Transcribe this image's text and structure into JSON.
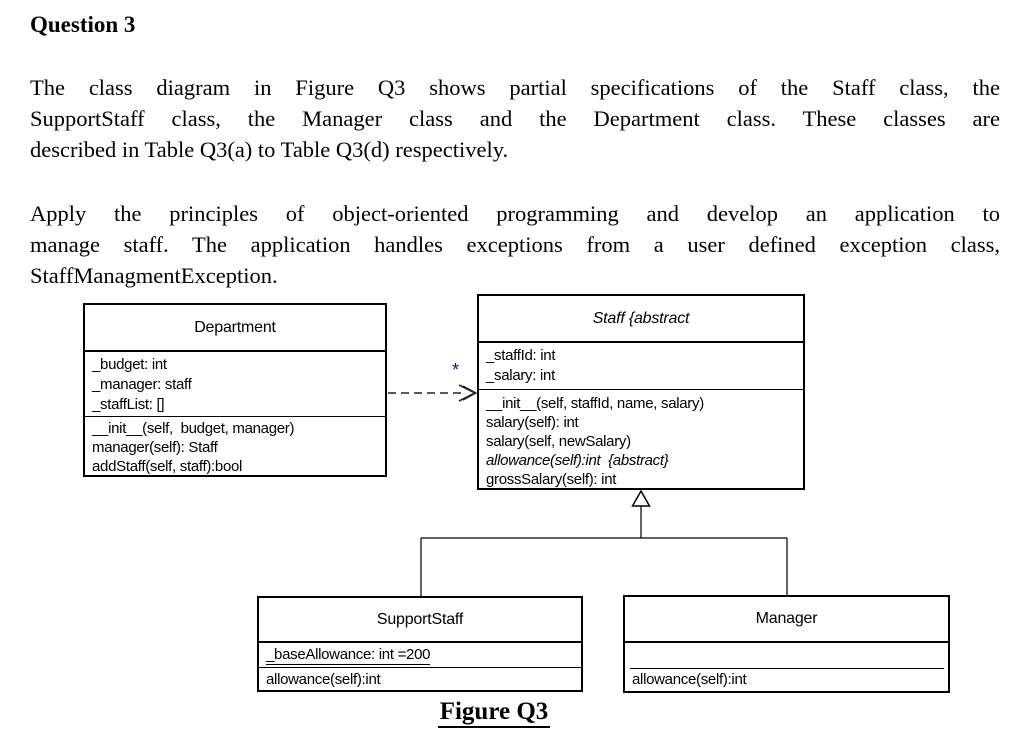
{
  "header": {
    "title": "Question 3"
  },
  "intro": {
    "lines": [
      "The class diagram in Figure Q3 shows partial specifications of the Staff class, the",
      "SupportStaff class, the Manager class and the Department class. These classes are",
      "described in Table Q3(a) to Table Q3(d) respectively."
    ]
  },
  "task": {
    "lines": [
      "Apply the principles of object-oriented programming and develop an application to",
      "manage staff. The application handles exceptions from a user defined exception class,",
      "StaffManagmentException."
    ]
  },
  "classes": {
    "department": {
      "name": "Department",
      "attributes": [
        "_budget: int",
        "_manager: staff",
        "_staffList: []"
      ],
      "methods": [
        "__init__(self,  budget, manager)",
        "manager(self): Staff",
        "addStaff(self, staff):bool"
      ]
    },
    "staff": {
      "name": "Staff {abstract",
      "attributes": [
        "_staffId: int",
        "_salary: int"
      ],
      "methods": [
        "__init__(self, staffId, name, salary)",
        "salary(self): int",
        "salary(self, newSalary)",
        "allowance(self):int  {abstract}",
        "grossSalary(self): int"
      ]
    },
    "supportstaff": {
      "name": "SupportStaff",
      "attributes": [
        "_baseAllowance: int =200"
      ],
      "methods": [
        "allowance(self):int"
      ]
    },
    "manager": {
      "name": "Manager",
      "attributes": [],
      "methods": [
        "allowance(self):int"
      ]
    }
  },
  "relations": {
    "department_to_staff_multiplicity": "*"
  },
  "figure": {
    "caption": "Figure Q3"
  }
}
